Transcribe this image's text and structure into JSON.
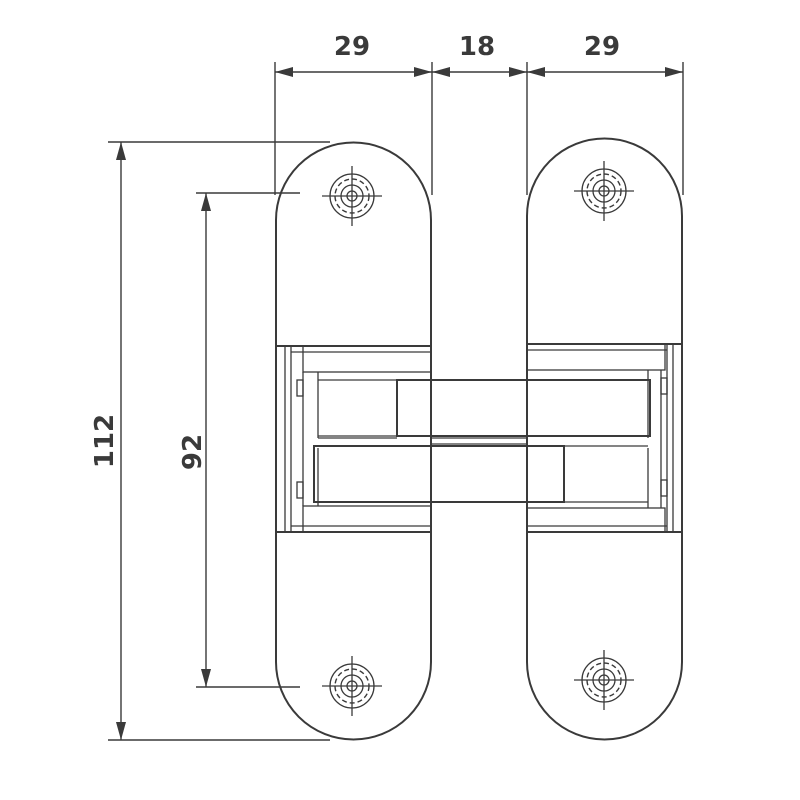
{
  "dimensions": {
    "top_left_width": "29",
    "top_gap": "18",
    "top_right_width": "29",
    "overall_height": "112",
    "hole_spacing": "92"
  },
  "colors": {
    "line": "#3a3a3a",
    "background": "#ffffff"
  }
}
